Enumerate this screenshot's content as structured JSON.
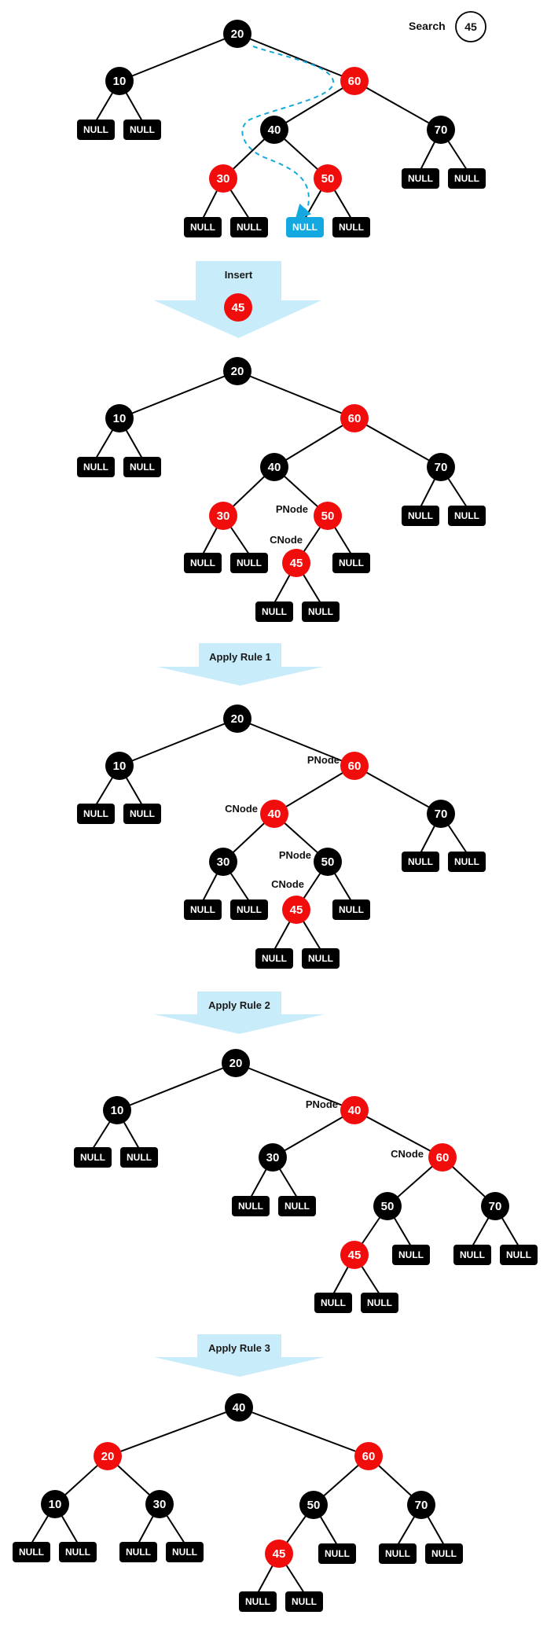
{
  "colors": {
    "black_node": "#000000",
    "red_node": "#f20d0d",
    "null_box": "#000000",
    "highlight_null": "#13a9e0",
    "arrow_fill": "#c9ecfa",
    "edge": "#000000",
    "search_path": "#13a9e0"
  },
  "search": {
    "label": "Search",
    "value": "45"
  },
  "steps": [
    {
      "label": "Insert",
      "value": "45"
    },
    {
      "label": "Apply Rule 1"
    },
    {
      "label": "Apply Rule 2"
    },
    {
      "label": "Apply Rule 3"
    }
  ],
  "null_label": "NULL",
  "pointer_labels": {
    "parent": "PNode",
    "child": "CNode"
  },
  "trees": [
    {
      "stage": "before insertion (search path to 45)",
      "nodes": [
        {
          "id": "n20",
          "value": "20",
          "color": "black"
        },
        {
          "id": "n10",
          "value": "10",
          "color": "black"
        },
        {
          "id": "n60",
          "value": "60",
          "color": "red"
        },
        {
          "id": "n40",
          "value": "40",
          "color": "black"
        },
        {
          "id": "n70",
          "value": "70",
          "color": "black"
        },
        {
          "id": "n30",
          "value": "30",
          "color": "red"
        },
        {
          "id": "n50",
          "value": "50",
          "color": "red"
        }
      ],
      "edges": [
        [
          "n20",
          "n10"
        ],
        [
          "n20",
          "n60"
        ],
        [
          "n60",
          "n40"
        ],
        [
          "n60",
          "n70"
        ],
        [
          "n40",
          "n30"
        ],
        [
          "n40",
          "n50"
        ]
      ],
      "nulls": [
        {
          "parent": "n10"
        },
        {
          "parent": "n10"
        },
        {
          "parent": "n70"
        },
        {
          "parent": "n70"
        },
        {
          "parent": "n30"
        },
        {
          "parent": "n30"
        },
        {
          "parent": "n50",
          "highlight": true
        },
        {
          "parent": "n50"
        }
      ],
      "labels": []
    },
    {
      "stage": "after inserting 45",
      "nodes": [
        {
          "id": "n20",
          "value": "20",
          "color": "black"
        },
        {
          "id": "n10",
          "value": "10",
          "color": "black"
        },
        {
          "id": "n60",
          "value": "60",
          "color": "red"
        },
        {
          "id": "n40",
          "value": "40",
          "color": "black"
        },
        {
          "id": "n70",
          "value": "70",
          "color": "black"
        },
        {
          "id": "n30",
          "value": "30",
          "color": "red"
        },
        {
          "id": "n50",
          "value": "50",
          "color": "red"
        },
        {
          "id": "n45",
          "value": "45",
          "color": "red"
        }
      ],
      "edges": [
        [
          "n20",
          "n10"
        ],
        [
          "n20",
          "n60"
        ],
        [
          "n60",
          "n40"
        ],
        [
          "n60",
          "n70"
        ],
        [
          "n40",
          "n30"
        ],
        [
          "n40",
          "n50"
        ],
        [
          "n50",
          "n45"
        ]
      ],
      "nulls": [
        {
          "parent": "n10"
        },
        {
          "parent": "n10"
        },
        {
          "parent": "n70"
        },
        {
          "parent": "n70"
        },
        {
          "parent": "n30"
        },
        {
          "parent": "n30"
        },
        {
          "parent": "n50"
        },
        {
          "parent": "n45"
        },
        {
          "parent": "n45"
        }
      ],
      "labels": [
        {
          "text_key": "parent",
          "node": "n50"
        },
        {
          "text_key": "child",
          "node": "n45"
        }
      ]
    },
    {
      "stage": "after rule 1 (recolor)",
      "nodes": [
        {
          "id": "n20",
          "value": "20",
          "color": "black"
        },
        {
          "id": "n10",
          "value": "10",
          "color": "black"
        },
        {
          "id": "n60",
          "value": "60",
          "color": "red"
        },
        {
          "id": "n40",
          "value": "40",
          "color": "red"
        },
        {
          "id": "n70",
          "value": "70",
          "color": "black"
        },
        {
          "id": "n30",
          "value": "30",
          "color": "black"
        },
        {
          "id": "n50",
          "value": "50",
          "color": "black"
        },
        {
          "id": "n45",
          "value": "45",
          "color": "red"
        }
      ],
      "edges": [
        [
          "n20",
          "n10"
        ],
        [
          "n20",
          "n60"
        ],
        [
          "n60",
          "n40"
        ],
        [
          "n60",
          "n70"
        ],
        [
          "n40",
          "n30"
        ],
        [
          "n40",
          "n50"
        ],
        [
          "n50",
          "n45"
        ]
      ],
      "nulls": [
        {
          "parent": "n10"
        },
        {
          "parent": "n10"
        },
        {
          "parent": "n70"
        },
        {
          "parent": "n70"
        },
        {
          "parent": "n30"
        },
        {
          "parent": "n30"
        },
        {
          "parent": "n50"
        },
        {
          "parent": "n45"
        },
        {
          "parent": "n45"
        }
      ],
      "labels": [
        {
          "text_key": "parent",
          "node": "n60"
        },
        {
          "text_key": "child",
          "node": "n40"
        },
        {
          "text_key": "parent",
          "node": "n50"
        },
        {
          "text_key": "child",
          "node": "n45"
        }
      ]
    },
    {
      "stage": "after rule 2 (rotation)",
      "nodes": [
        {
          "id": "n20",
          "value": "20",
          "color": "black"
        },
        {
          "id": "n10",
          "value": "10",
          "color": "black"
        },
        {
          "id": "n40",
          "value": "40",
          "color": "red"
        },
        {
          "id": "n30",
          "value": "30",
          "color": "black"
        },
        {
          "id": "n60",
          "value": "60",
          "color": "red"
        },
        {
          "id": "n50",
          "value": "50",
          "color": "black"
        },
        {
          "id": "n70",
          "value": "70",
          "color": "black"
        },
        {
          "id": "n45",
          "value": "45",
          "color": "red"
        }
      ],
      "edges": [
        [
          "n20",
          "n10"
        ],
        [
          "n20",
          "n40"
        ],
        [
          "n40",
          "n30"
        ],
        [
          "n40",
          "n60"
        ],
        [
          "n60",
          "n50"
        ],
        [
          "n60",
          "n70"
        ],
        [
          "n50",
          "n45"
        ]
      ],
      "nulls": [
        {
          "parent": "n10"
        },
        {
          "parent": "n10"
        },
        {
          "parent": "n30"
        },
        {
          "parent": "n30"
        },
        {
          "parent": "n50"
        },
        {
          "parent": "n70"
        },
        {
          "parent": "n70"
        },
        {
          "parent": "n45"
        },
        {
          "parent": "n45"
        }
      ],
      "labels": [
        {
          "text_key": "parent",
          "node": "n40"
        },
        {
          "text_key": "child",
          "node": "n60"
        }
      ]
    },
    {
      "stage": "after rule 3 (final)",
      "nodes": [
        {
          "id": "n40",
          "value": "40",
          "color": "black"
        },
        {
          "id": "n20",
          "value": "20",
          "color": "red"
        },
        {
          "id": "n60",
          "value": "60",
          "color": "red"
        },
        {
          "id": "n10",
          "value": "10",
          "color": "black"
        },
        {
          "id": "n30",
          "value": "30",
          "color": "black"
        },
        {
          "id": "n50",
          "value": "50",
          "color": "black"
        },
        {
          "id": "n70",
          "value": "70",
          "color": "black"
        },
        {
          "id": "n45",
          "value": "45",
          "color": "red"
        }
      ],
      "edges": [
        [
          "n40",
          "n20"
        ],
        [
          "n40",
          "n60"
        ],
        [
          "n20",
          "n10"
        ],
        [
          "n20",
          "n30"
        ],
        [
          "n60",
          "n50"
        ],
        [
          "n60",
          "n70"
        ],
        [
          "n50",
          "n45"
        ]
      ],
      "nulls": [
        {
          "parent": "n10"
        },
        {
          "parent": "n10"
        },
        {
          "parent": "n30"
        },
        {
          "parent": "n30"
        },
        {
          "parent": "n50"
        },
        {
          "parent": "n70"
        },
        {
          "parent": "n70"
        },
        {
          "parent": "n45"
        },
        {
          "parent": "n45"
        }
      ],
      "labels": []
    }
  ]
}
